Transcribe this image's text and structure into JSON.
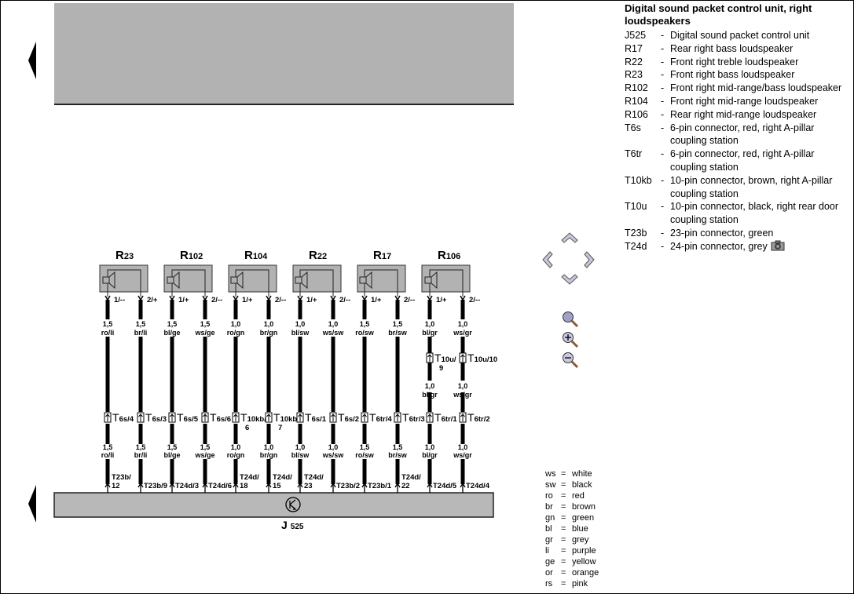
{
  "legend": {
    "title": "Digital sound packet control unit, right loudspeakers",
    "items": [
      {
        "code": "J525",
        "desc": "Digital sound packet control unit"
      },
      {
        "code": "R17",
        "desc": "Rear right bass loudspeaker"
      },
      {
        "code": "R22",
        "desc": "Front right treble loudspeaker"
      },
      {
        "code": "R23",
        "desc": "Front right bass loudspeaker"
      },
      {
        "code": "R102",
        "desc": "Front right mid-range/bass loudspeaker"
      },
      {
        "code": "R104",
        "desc": "Front right mid-range loudspeaker"
      },
      {
        "code": "R106",
        "desc": "Rear right mid-range loudspeaker"
      },
      {
        "code": "T6s",
        "desc": "6-pin connector, red, right A-pillar coupling station"
      },
      {
        "code": "T6tr",
        "desc": "6-pin connector, red, right A-pillar coupling station"
      },
      {
        "code": "T10kb",
        "desc": "10-pin connector, brown, right A-pillar coupling station"
      },
      {
        "code": "T10u",
        "desc": "10-pin connector, black, right rear door coupling station"
      },
      {
        "code": "T23b",
        "desc": "23-pin connector, green"
      },
      {
        "code": "T24d",
        "desc": "24-pin connector, grey",
        "camera": true
      }
    ]
  },
  "color_key": [
    {
      "code": "ws",
      "name": "white"
    },
    {
      "code": "sw",
      "name": "black"
    },
    {
      "code": "ro",
      "name": "red"
    },
    {
      "code": "br",
      "name": "brown"
    },
    {
      "code": "gn",
      "name": "green"
    },
    {
      "code": "bl",
      "name": "blue"
    },
    {
      "code": "gr",
      "name": "grey"
    },
    {
      "code": "li",
      "name": "purple"
    },
    {
      "code": "ge",
      "name": "yellow"
    },
    {
      "code": "or",
      "name": "orange"
    },
    {
      "code": "rs",
      "name": "pink"
    }
  ],
  "control_unit": {
    "letter": "J",
    "sub": "525"
  },
  "speakers": [
    {
      "letter": "R",
      "sub": "23",
      "wires": [
        {
          "pin": "1/--",
          "size": "1,5",
          "color": "ro/li",
          "conn": {
            "main": "T",
            "sub": "6s/4"
          },
          "end": {
            "line1": "T23b/",
            "line2": "12"
          }
        },
        {
          "pin": "2/+",
          "size": "1,5",
          "color": "br/li",
          "conn": {
            "main": "T",
            "sub": "6s/3"
          },
          "end": {
            "line1": "T23b/9",
            "line2": ""
          }
        }
      ]
    },
    {
      "letter": "R",
      "sub": "102",
      "wires": [
        {
          "pin": "1/+",
          "size": "1,5",
          "color": "bl/ge",
          "conn": {
            "main": "T",
            "sub": "6s/5"
          },
          "end": {
            "line1": "T24d/3",
            "line2": ""
          }
        },
        {
          "pin": "2/--",
          "size": "1,5",
          "color": "ws/ge",
          "conn": {
            "main": "T",
            "sub": "6s/6"
          },
          "end": {
            "line1": "T24d/6",
            "line2": ""
          }
        }
      ]
    },
    {
      "letter": "R",
      "sub": "104",
      "wires": [
        {
          "pin": "1/+",
          "size": "1,0",
          "color": "ro/gn",
          "conn": {
            "main": "T",
            "sub": "10kb/",
            "sub2": "6"
          },
          "end": {
            "line1": "T24d/",
            "line2": "18"
          }
        },
        {
          "pin": "2/--",
          "size": "1,0",
          "color": "br/gn",
          "conn": {
            "main": "T",
            "sub": "10kb",
            "sub2": "7"
          },
          "end": {
            "line1": "T24d/",
            "line2": "15"
          }
        }
      ]
    },
    {
      "letter": "R",
      "sub": "22",
      "wires": [
        {
          "pin": "1/+",
          "size": "1,0",
          "color": "bl/sw",
          "conn": {
            "main": "T",
            "sub": "6s/1"
          },
          "end": {
            "line1": "T24d/",
            "line2": "23"
          }
        },
        {
          "pin": "2/--",
          "size": "1,0",
          "color": "ws/sw",
          "conn": {
            "main": "T",
            "sub": "6s/2"
          },
          "end": {
            "line1": "T23b/2",
            "line2": ""
          }
        }
      ]
    },
    {
      "letter": "R",
      "sub": "17",
      "wires": [
        {
          "pin": "1/+",
          "size": "1,5",
          "color": "ro/sw",
          "conn": {
            "main": "T",
            "sub": "6tr/4"
          },
          "end": {
            "line1": "T23b/1",
            "line2": ""
          }
        },
        {
          "pin": "2/--",
          "size": "1,5",
          "color": "br/sw",
          "conn": {
            "main": "T",
            "sub": "6tr/3"
          },
          "end": {
            "line1": "T24d/",
            "line2": "22"
          }
        }
      ]
    },
    {
      "letter": "R",
      "sub": "106",
      "wires": [
        {
          "pin": "1/+",
          "size": "1,0",
          "color": "bl/gr",
          "conn2": {
            "main": "T",
            "sub": "10u/",
            "sub2": "9"
          },
          "mid": {
            "size": "1,0",
            "color": "bl/gr"
          },
          "conn": {
            "main": "T",
            "sub": "6tr/1"
          },
          "end": {
            "line1": "T24d/5",
            "line2": ""
          }
        },
        {
          "pin": "2/--",
          "size": "1,0",
          "color": "ws/gr",
          "conn2": {
            "main": "T",
            "sub": "10u/10"
          },
          "mid": {
            "size": "1,0",
            "color": "ws/gr"
          },
          "conn": {
            "main": "T",
            "sub": "6tr/2"
          },
          "end": {
            "line1": "T24d/4",
            "line2": ""
          }
        }
      ]
    }
  ],
  "colors": {
    "box_grey": "#b2b2b2",
    "wire": "#000000",
    "control_grey": "#b8b8b8"
  }
}
